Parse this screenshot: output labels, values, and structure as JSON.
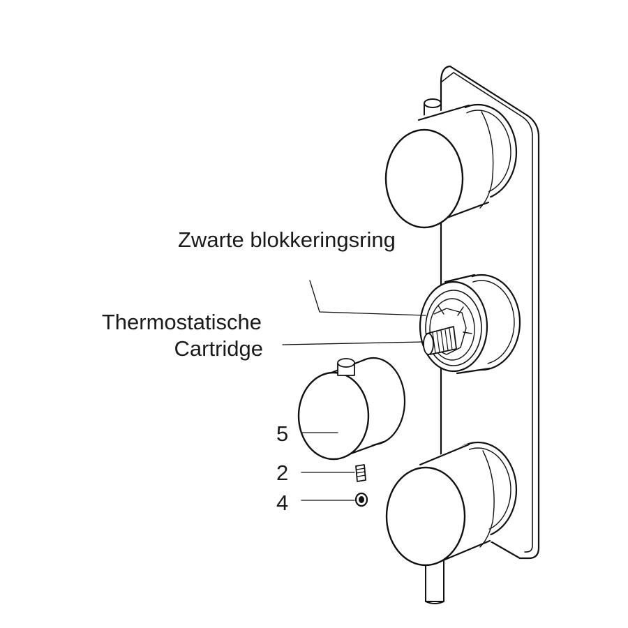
{
  "diagram": {
    "labels": {
      "blocking_ring": "Zwarte blokkeringsring",
      "cartridge_line1": "Thermostatische",
      "cartridge_line2": "Cartridge",
      "part_5": "5",
      "part_2": "2",
      "part_4": "4"
    }
  }
}
